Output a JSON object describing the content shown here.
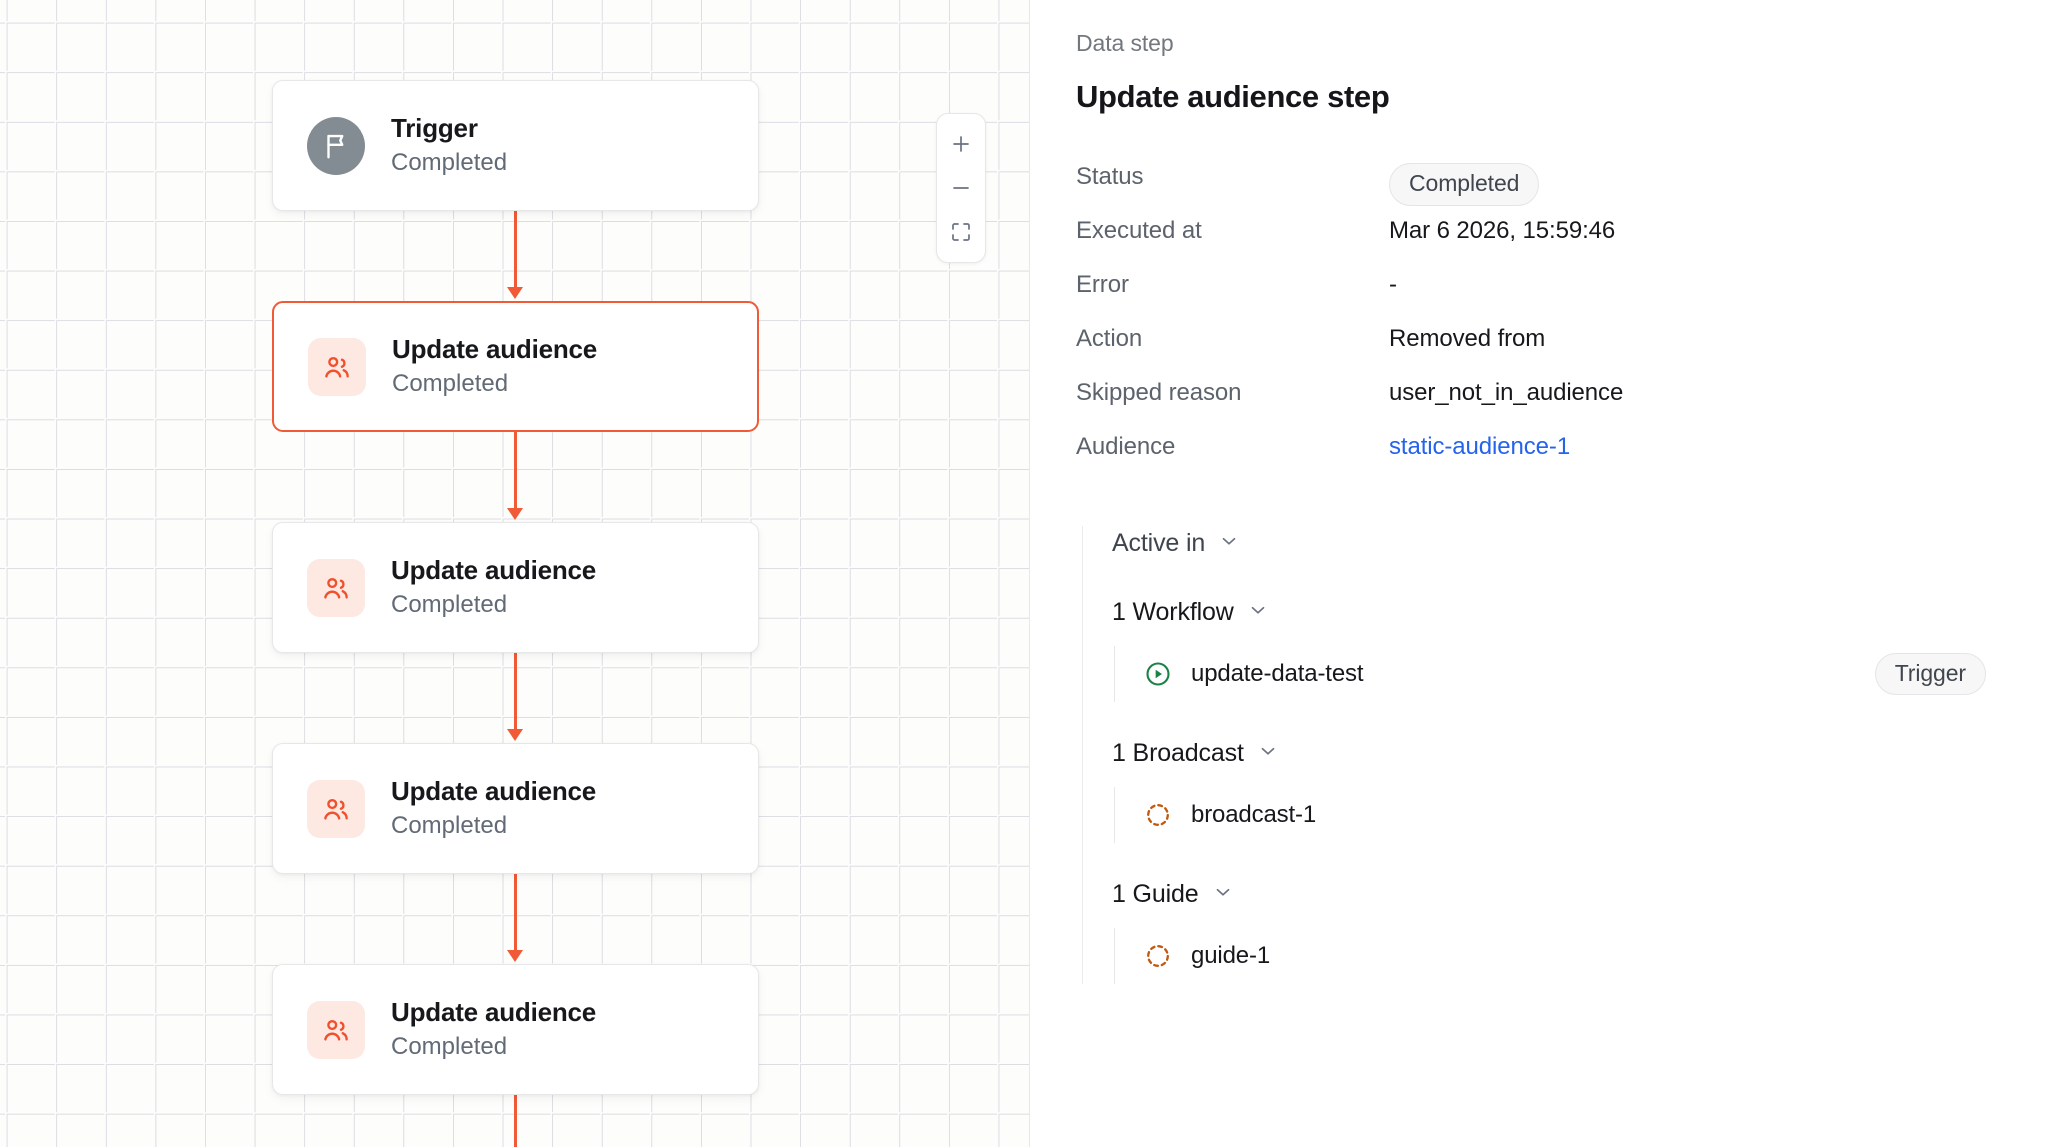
{
  "canvas": {
    "zoom_controls": {
      "zoom_in_label": "+",
      "zoom_out_label": "−",
      "fit_label": "fit-to-screen"
    },
    "nodes": [
      {
        "title": "Trigger",
        "status": "Completed",
        "icon": "flag-icon",
        "selected": false
      },
      {
        "title": "Update audience",
        "status": "Completed",
        "icon": "users-icon",
        "selected": true
      },
      {
        "title": "Update audience",
        "status": "Completed",
        "icon": "users-icon",
        "selected": false
      },
      {
        "title": "Update audience",
        "status": "Completed",
        "icon": "users-icon",
        "selected": false
      },
      {
        "title": "Update audience",
        "status": "Completed",
        "icon": "users-icon",
        "selected": false
      }
    ]
  },
  "panel": {
    "eyebrow": "Data step",
    "title": "Update audience step",
    "details": [
      {
        "label": "Status",
        "value": "Completed",
        "type": "pill"
      },
      {
        "label": "Executed at",
        "value": "Mar 6 2026, 15:59:46",
        "type": "text"
      },
      {
        "label": "Error",
        "value": "-",
        "type": "text"
      },
      {
        "label": "Action",
        "value": "Removed from",
        "type": "text"
      },
      {
        "label": "Skipped reason",
        "value": "user_not_in_audience",
        "type": "text"
      },
      {
        "label": "Audience",
        "value": "static-audience-1",
        "type": "link"
      }
    ],
    "active_in": {
      "label": "Active in",
      "groups": [
        {
          "label": "1 Workflow",
          "items": [
            {
              "name": "update-data-test",
              "icon": "play-circle-icon",
              "badge": "Trigger"
            }
          ]
        },
        {
          "label": "1 Broadcast",
          "items": [
            {
              "name": "broadcast-1",
              "icon": "dashed-circle-icon",
              "badge": ""
            }
          ]
        },
        {
          "label": "1 Guide",
          "items": [
            {
              "name": "guide-1",
              "icon": "dashed-circle-icon",
              "badge": ""
            }
          ]
        }
      ]
    }
  },
  "colors": {
    "accent_orange": "#f15a36",
    "link_blue": "#2563eb",
    "success_green": "#1a8245",
    "dashed_orange": "#c2590f",
    "trigger_gray": "#848c93",
    "canvas_bg": "#fdfdfb"
  }
}
